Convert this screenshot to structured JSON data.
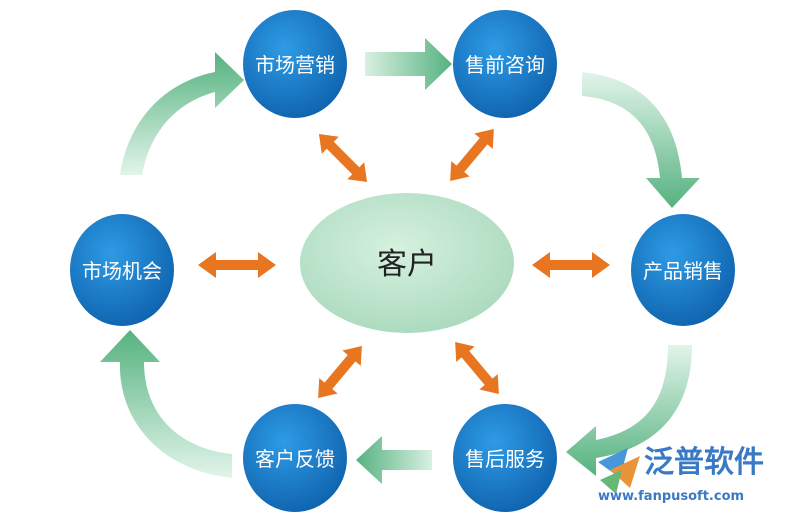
{
  "center": {
    "label": "客户"
  },
  "nodes": {
    "market_marketing": "市场营销",
    "presale_consult": "售前咨询",
    "product_sales": "产品销售",
    "aftersale_service": "售后服务",
    "customer_feedback": "客户反馈",
    "market_opportunity": "市场机会"
  },
  "watermark": {
    "brand": "泛普软件",
    "url": "www.fanpusoft.com"
  },
  "colors": {
    "node_fill": "#1a7bc8",
    "center_fill": "#bfe6cd",
    "orange_arrow": "#e8751f",
    "green_arrow": "#6cc08f",
    "brand": "#2a6fc0"
  }
}
